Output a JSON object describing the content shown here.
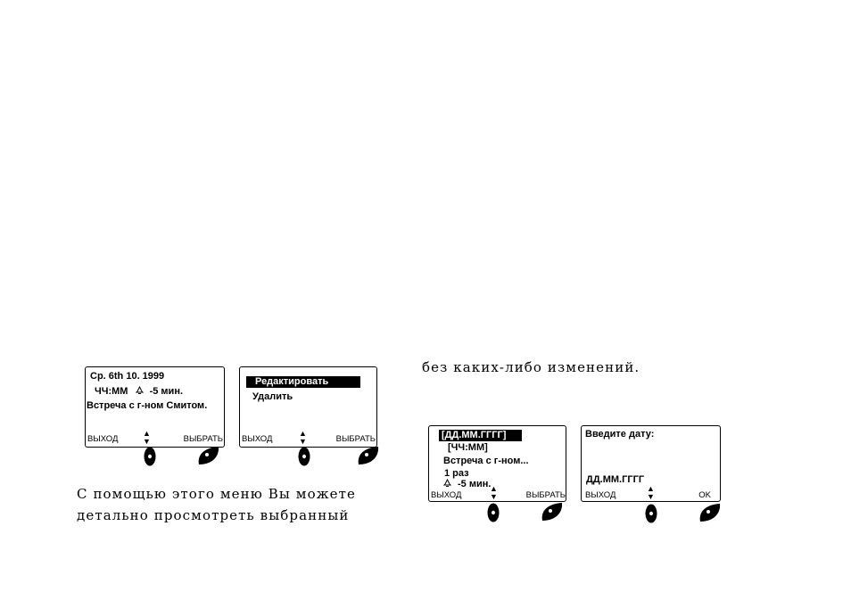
{
  "screens": [
    {
      "lines": [
        "Ср. 6th 10. 1999",
        "ЧЧ:ММ",
        "-5 мин.",
        "Встреча с г-ном Смитом."
      ],
      "soft_left": "ВЫХОД",
      "soft_right": "ВЫБРАТЬ"
    },
    {
      "lines": [
        "Редактировать",
        "Удалить"
      ],
      "soft_left": "ВЫХОД",
      "soft_right": "ВЫБРАТЬ"
    },
    {
      "lines": [
        "[ДД.ММ.ГГГГ]",
        "[ЧЧ:ММ]",
        "Встреча с г-ном...",
        "1 раз",
        "-5 мин."
      ],
      "soft_left": "ВЫХОД",
      "soft_right": "ВЫБРАТЬ"
    },
    {
      "lines": [
        "Введите дату:",
        "ДД.ММ.ГГГГ"
      ],
      "soft_left": "ВЫХОД",
      "soft_right": "OK"
    }
  ],
  "icons": {
    "alarm": "bell-icon",
    "scroll": "up-down-arrows-icon",
    "keys": [
      "scroll-key-icon",
      "select-key-icon"
    ]
  },
  "text": {
    "paragraph_line1": "С помощью этого меню Вы можете",
    "paragraph_line2": "детально просмотреть выбранный",
    "right_line": "без каких-либо изменений."
  }
}
